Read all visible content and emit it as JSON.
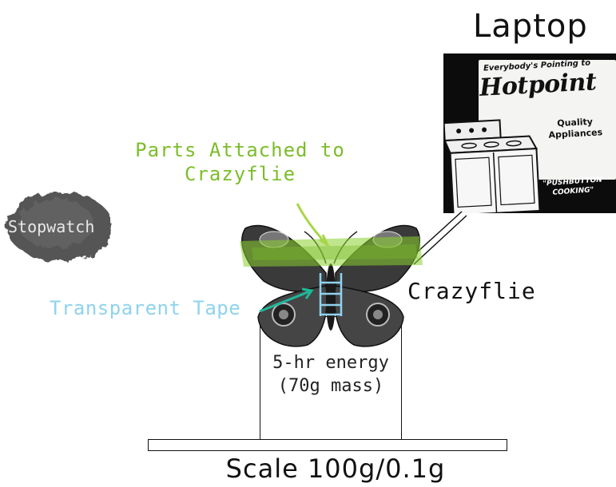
{
  "laptop": {
    "title": "Laptop",
    "ad_line1": "Everybody's Pointing to",
    "ad_brand": "Hotpoint",
    "ad_quality": "Quality Appliances",
    "ad_bottom": "\"PUSHBUTTON COOKING\""
  },
  "labels": {
    "parts_attached": "Parts Attached to Crazyflie",
    "transparent_tape": "Transparent Tape",
    "crazyflie": "Crazyflie",
    "stopwatch": "Stopwatch",
    "energy_line1": "5-hr energy",
    "energy_line2": "(70g mass)",
    "scale": "Scale 100g/0.1g"
  },
  "colors": {
    "parts_green": "#7cbd2a",
    "tape_blue": "#8fd3ee",
    "arrow_teal": "#1fb89a",
    "ink": "#111111"
  }
}
